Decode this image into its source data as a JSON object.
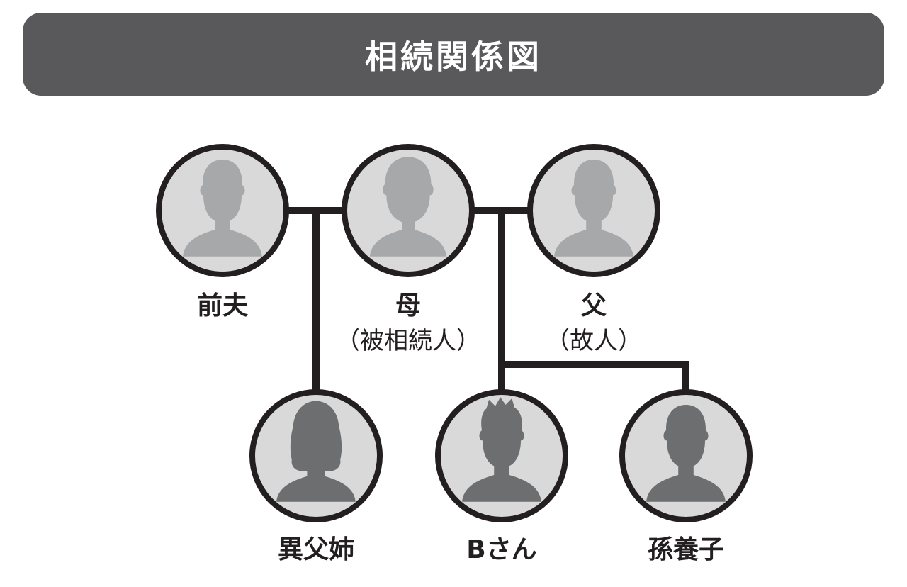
{
  "title": "相続関係図",
  "colors": {
    "title_bg": "#59585a",
    "line": "#231f20",
    "circle_fill": "#d9d9da",
    "silhouette_light": "#a7a8aa",
    "silhouette_dark": "#6d6e70",
    "halo": "#c8c9ca"
  },
  "people": {
    "ex_husband": {
      "name": "前夫",
      "note": ""
    },
    "mother": {
      "name": "母",
      "note": "（被相続人）"
    },
    "father": {
      "name": "父",
      "note": "（故人）"
    },
    "half_sister": {
      "name": "異父姉",
      "note": ""
    },
    "person_b": {
      "name": "Bさん",
      "note": ""
    },
    "adopted_grandchild": {
      "name": "孫養子",
      "note": ""
    }
  }
}
